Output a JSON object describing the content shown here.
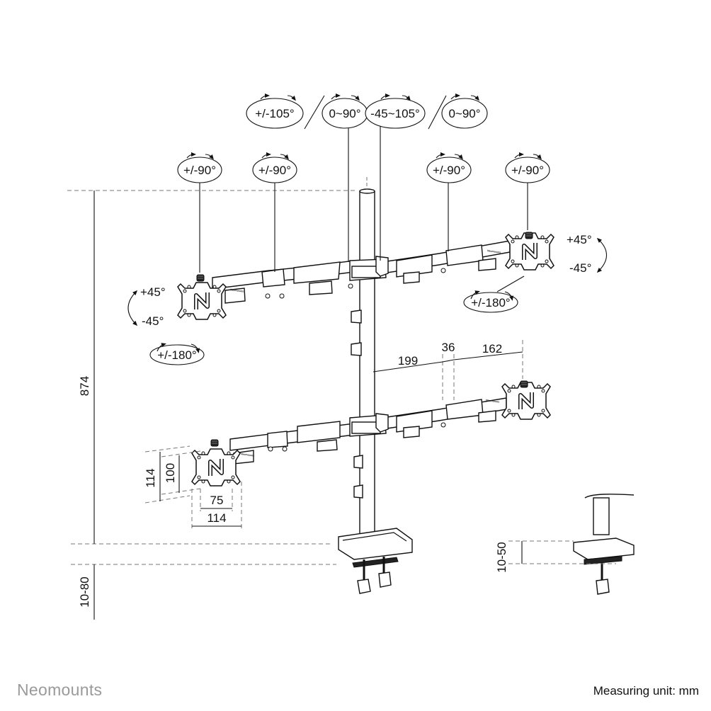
{
  "rotation_labels": {
    "top_pivot_left": "+/-105°",
    "top_pivot_tilt_left": "0~90°",
    "top_pivot_right": "-45~105°",
    "top_pivot_tilt_right": "0~90°",
    "arm_joint_1": "+/-90°",
    "arm_joint_2": "+/-90°",
    "arm_joint_3": "+/-90°",
    "arm_joint_4": "+/-90°",
    "left_tilt_up": "+45°",
    "left_tilt_down": "-45°",
    "left_rotate": "+/-180°",
    "right_tilt_up": "+45°",
    "right_tilt_down": "-45°",
    "right_rotate": "+/-180°"
  },
  "dimensions": {
    "total_height": "874",
    "desk_thickness": "10-80",
    "arm_segment_1": "199",
    "arm_segment_2": "36",
    "arm_segment_3": "162",
    "vesa_outer_vertical": "114",
    "vesa_inner_vertical": "100",
    "vesa_inner_horizontal": "75",
    "vesa_outer_horizontal": "114",
    "grommet_thickness": "10-50"
  },
  "plate_brand_text": "Neomounts",
  "footer": {
    "brand": "Neomounts",
    "measuring_unit": "Measuring unit: mm"
  },
  "colors": {
    "line": "#111111",
    "dash": "#777777",
    "brand_grey": "#9a9a9a"
  }
}
